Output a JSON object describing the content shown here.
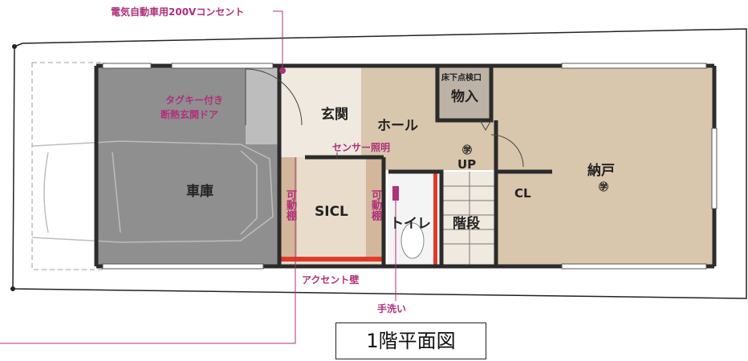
{
  "callouts": {
    "ev_outlet": "電気自動車用200Vコンセント",
    "door_line1": "タグキー付き",
    "door_line2": "断熱玄関ドア",
    "sensor_light": "センサー照明",
    "accent_wall": "アクセント壁",
    "hand_wash": "手洗い"
  },
  "rooms": {
    "garage": "車庫",
    "entrance": "玄関",
    "hall": "ホール",
    "storage": "物入",
    "underfloor": "床下点検口",
    "up": "UP",
    "closet_room": "納戸",
    "cl": "CL",
    "sicl": "SICL",
    "toilet": "トイレ",
    "stairs": "階段",
    "shelf_left": "可動棚",
    "shelf_right": "可動棚",
    "sensor_mark_1": "㊫",
    "sensor_mark_2": "㊫"
  },
  "title": "1階平面図",
  "colors": {
    "garage_floor": "#8f8f8f",
    "wood_floor": "#d8c6ad",
    "entrance_floor": "#efe9df",
    "accent_wall": "#e23a2a",
    "callout_line": "#b0307a",
    "wall": "#2b2b2b"
  }
}
